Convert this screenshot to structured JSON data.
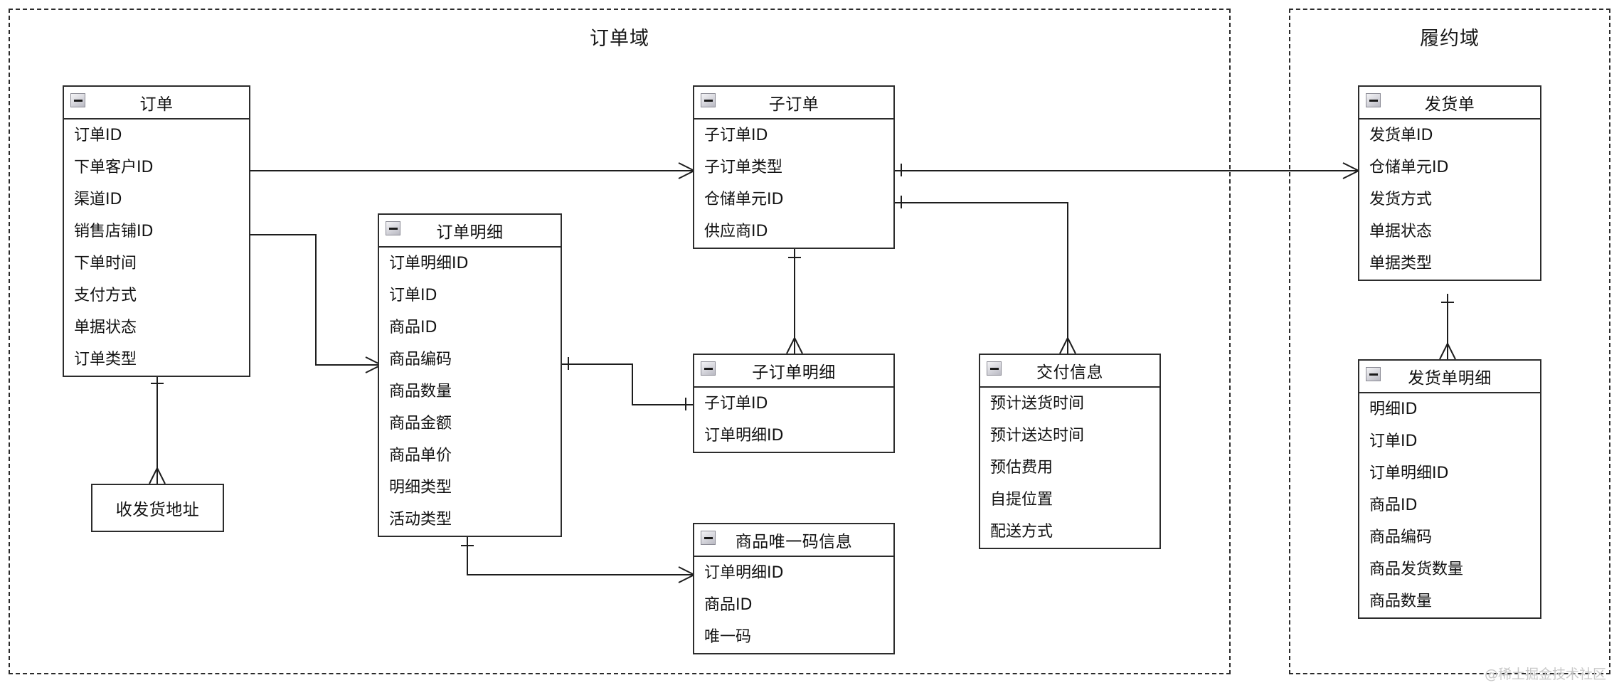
{
  "diagram": {
    "watermark": "@稀土掘金技术社区",
    "collapse_icon_name": "collapse-minus-icon"
  },
  "domains": [
    {
      "id": "order-domain",
      "title": "订单域"
    },
    {
      "id": "fulfillment-domain",
      "title": "履约域"
    }
  ],
  "entities": [
    {
      "id": "order",
      "title": "订单",
      "fields": [
        "订单ID",
        "下单客户ID",
        "渠道ID",
        "销售店铺ID",
        "下单时间",
        "支付方式",
        "单据状态",
        "订单类型"
      ]
    },
    {
      "id": "order-item",
      "title": "订单明细",
      "fields": [
        "订单明细ID",
        "订单ID",
        "商品ID",
        "商品编码",
        "商品数量",
        "商品金额",
        "商品单价",
        "明细类型",
        "活动类型"
      ]
    },
    {
      "id": "sub-order",
      "title": "子订单",
      "fields": [
        "子订单ID",
        "子订单类型",
        "仓储单元ID",
        "供应商ID"
      ]
    },
    {
      "id": "sub-order-item",
      "title": "子订单明细",
      "fields": [
        "子订单ID",
        "订单明细ID"
      ]
    },
    {
      "id": "delivery-info",
      "title": "交付信息",
      "fields": [
        "预计送货时间",
        "预计送达时间",
        "预估费用",
        "自提位置",
        "配送方式"
      ]
    },
    {
      "id": "product-unique-code",
      "title": "商品唯一码信息",
      "fields": [
        "订单明细ID",
        "商品ID",
        "唯一码"
      ]
    },
    {
      "id": "ship-address",
      "title": "收发货地址",
      "fields": []
    },
    {
      "id": "shipment",
      "title": "发货单",
      "fields": [
        "发货单ID",
        "仓储单元ID",
        "发货方式",
        "单据状态",
        "单据类型"
      ]
    },
    {
      "id": "shipment-item",
      "title": "发货单明细",
      "fields": [
        "明细ID",
        "订单ID",
        "订单明细ID",
        "商品ID",
        "商品编码",
        "商品发货数量",
        "商品数量"
      ]
    }
  ],
  "relationships": [
    {
      "from": "订单",
      "to": "子订单",
      "from_card": "one",
      "to_card": "many"
    },
    {
      "from": "订单",
      "to": "订单明细",
      "from_card": "one",
      "to_card": "many"
    },
    {
      "from": "订单",
      "to": "收发货地址",
      "from_card": "one",
      "to_card": "many"
    },
    {
      "from": "订单明细",
      "to": "子订单明细",
      "from_card": "one",
      "to_card": "many"
    },
    {
      "from": "订单明细",
      "to": "商品唯一码信息",
      "from_card": "one",
      "to_card": "many"
    },
    {
      "from": "子订单",
      "to": "子订单明细",
      "from_card": "one",
      "to_card": "many"
    },
    {
      "from": "子订单",
      "to": "交付信息",
      "from_card": "one",
      "to_card": "many"
    },
    {
      "from": "子订单",
      "to": "发货单",
      "from_card": "one",
      "to_card": "many"
    },
    {
      "from": "发货单",
      "to": "发货单明细",
      "from_card": "one",
      "to_card": "many"
    }
  ]
}
